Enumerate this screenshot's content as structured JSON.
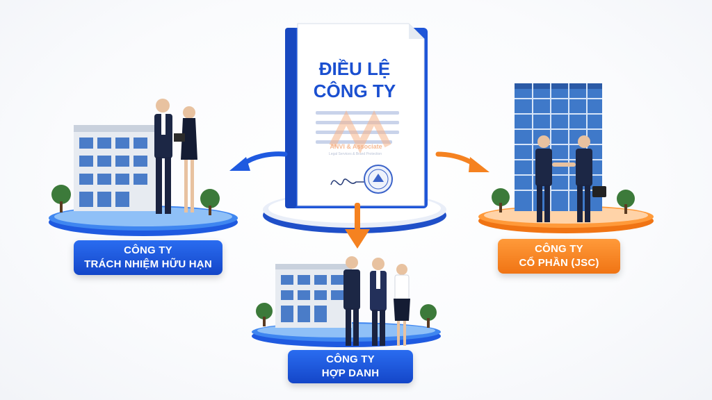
{
  "document": {
    "title_line1": "ĐIỀU LỆ",
    "title_line2": "CÔNG TY",
    "watermark_text": "ANVI & Associate",
    "watermark_sub": "Legal Services & Brand Protection"
  },
  "nodes": [
    {
      "id": "llc",
      "line1": "CÔNG TY",
      "line2": "TRÁCH NHIỆM HỮU HẠN",
      "color": "#1f5ae0"
    },
    {
      "id": "partnership",
      "line1": "CÔNG TY",
      "line2": "HỢP DANH",
      "color": "#1f5ae0"
    },
    {
      "id": "jsc",
      "line1": "CÔNG TY",
      "line2": "CỔ PHẦN (JSC)",
      "color": "#f58220"
    }
  ],
  "colors": {
    "blue": "#1f5ae0",
    "orange": "#f58220",
    "doc_blue": "#1a4fd0"
  }
}
